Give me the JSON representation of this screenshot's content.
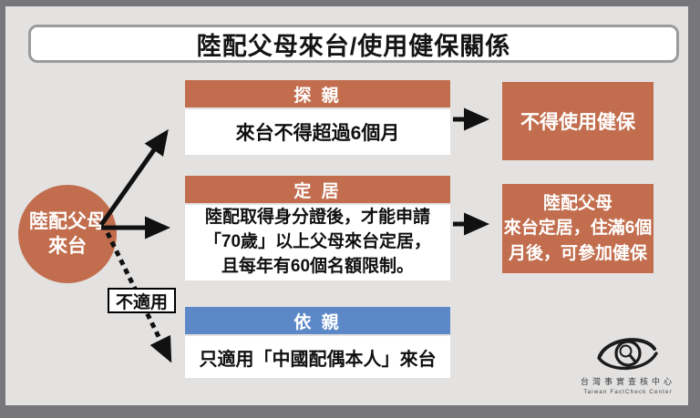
{
  "title": "陸配父母來台/使用健保關係",
  "colors": {
    "accent_orange": "#C26E4E",
    "accent_blue": "#5C88C8",
    "canvas_bg": "#E3E2E1",
    "frame_gray": "#77767B"
  },
  "source_node": {
    "lines": [
      "陸配父母",
      "來台"
    ]
  },
  "branches": [
    {
      "header": "探 親",
      "body": "來台不得超過6個月"
    },
    {
      "header": "定 居",
      "body_lines": [
        "陸配取得身分證後，才能申請",
        "「70歲」以上父母來台定居，",
        "且每年有60個名額限制。"
      ]
    },
    {
      "header": "依 親",
      "body": "只適用「中國配偶本人」來台"
    }
  ],
  "outcomes": [
    {
      "lines": [
        "不得使用健保"
      ]
    },
    {
      "lines": [
        "陸配父母",
        "來台定居，住滿6個",
        "月後，可參加健保"
      ]
    }
  ],
  "dashed_label": "不適用",
  "logo": {
    "name_zh": "台灣事實查核中心",
    "name_en": "Taiwan FactCheck Center"
  }
}
